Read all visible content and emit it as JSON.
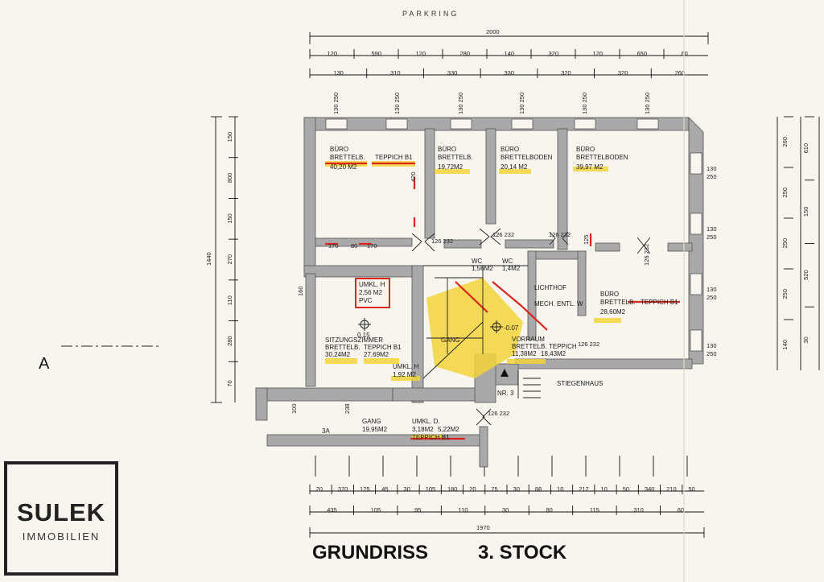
{
  "street": "PARKRING",
  "title_left": "GRUNDRISS",
  "title_right": "3. STOCK",
  "section_marker": "A",
  "logo": {
    "line1": "SULEK",
    "line2": "IMMOBILIEN"
  },
  "top_dims": {
    "total": "2000",
    "row1": [
      "120",
      "590",
      "120",
      "280",
      "140",
      "320",
      "120",
      "650",
      "60"
    ],
    "row2": [
      "130",
      "310",
      "330",
      "330",
      "320",
      "320",
      "260"
    ],
    "windows": [
      "130 250",
      "130 250",
      "130 250",
      "130 250",
      "130 250",
      "130 250"
    ]
  },
  "left_dims": {
    "total": "1440",
    "parts": [
      "150",
      "800",
      "150",
      "270",
      "110",
      "280",
      "70"
    ]
  },
  "right_dims": {
    "outer": [
      "260",
      "250",
      "250",
      "250",
      "140"
    ],
    "inner": [
      "610",
      "150",
      "520",
      "30"
    ],
    "windows": [
      "130 250",
      "130 250",
      "130 250",
      "130 250"
    ]
  },
  "bottom_dims": {
    "total": "1970",
    "row1": [
      "20",
      "370",
      "125",
      "45",
      "30",
      "105",
      "180",
      "20",
      "75",
      "30",
      "88",
      "10",
      "212",
      "10",
      "50",
      "340",
      "210",
      "50"
    ],
    "row2": [
      "435",
      "105",
      "95",
      "110",
      "30",
      "80",
      "115",
      "310",
      "60"
    ]
  },
  "rooms": [
    {
      "name": "BÜRO",
      "floor": "BRETTELB.",
      "extra": "TEPPICH B1",
      "area": "40,20 M2"
    },
    {
      "name": "BÜRO",
      "floor": "BRETTELB.",
      "extra": "",
      "area": "19,72M2"
    },
    {
      "name": "BÜRO",
      "floor": "BRETTELBODEN",
      "extra": "",
      "area": "20,14 M2"
    },
    {
      "name": "BÜRO",
      "floor": "BRETTELBODEN",
      "extra": "",
      "area": "39,97 M2"
    },
    {
      "name": "BÜRO",
      "floor": "BRETTELB.",
      "extra": "TEPPICH B1",
      "area": "28,60M2"
    },
    {
      "name": "SITZUNGSZIMMER",
      "floor": "BRETTELB.",
      "extra": "TEPPICH B1",
      "area": "30,24M2",
      "area2": "27,69M2"
    },
    {
      "name": "UMKL. H",
      "floor": "PVC",
      "extra": "",
      "area": "2,56 M2"
    },
    {
      "name": "UMKL. H",
      "floor": "",
      "extra": "",
      "area": "1,92 M2"
    },
    {
      "name": "GANG",
      "floor": "",
      "extra": "",
      "area": "19,95M2"
    },
    {
      "name": "UMKL. D.",
      "floor": "TEPPICH B1",
      "extra": "",
      "area": "3,18M2",
      "area2": "5,22M2"
    },
    {
      "name": "VORRAUM",
      "floor": "BRETTELB.",
      "extra": "TEPPICH",
      "area": "11,38M2",
      "area2": "18,43M2"
    },
    {
      "name": "WC",
      "floor": "",
      "extra": "",
      "area": "1,56M2"
    },
    {
      "name": "WC",
      "floor": "",
      "extra": "",
      "area": "1,4M2"
    },
    {
      "name": "LICHTHOF",
      "floor": "",
      "extra": "",
      "area": ""
    },
    {
      "name": "MECH. ENTL. W",
      "floor": "",
      "extra": "",
      "area": ""
    },
    {
      "name": "STIEGENHAUS",
      "floor": "",
      "extra": "",
      "area": ""
    },
    {
      "name": "GANG",
      "floor": "",
      "extra": "",
      "area": ""
    }
  ],
  "doors": [
    "126 232",
    "126 232",
    "126 232",
    "126 232",
    "126 232",
    "126 232"
  ],
  "misc": {
    "level_a": "0.15",
    "level_b": "-0.07",
    "stair_nr": "NR. 3",
    "label_3a": "3A",
    "dim_420": "420",
    "dim_125": "125",
    "dim_170": [
      "170",
      "80",
      "170"
    ],
    "dim_160": "160",
    "dim_100": "100",
    "dim_238": "238"
  },
  "colors": {
    "wall": "#a9a9a9",
    "highlight": "#f2d43b",
    "red_mark": "#d8261c",
    "paper": "#f7f5ee"
  }
}
